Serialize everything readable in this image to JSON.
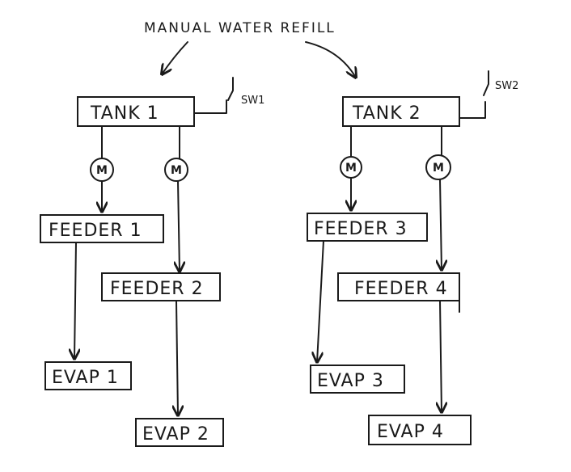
{
  "title": "MANUAL WATER REFILL",
  "tanks": [
    {
      "label": "TANK 1",
      "switch": "SW1"
    },
    {
      "label": "TANK 2",
      "switch": "SW2"
    }
  ],
  "motor_label": "M",
  "feeders": [
    "FEEDER 1",
    "FEEDER 2",
    "FEEDER 3",
    "FEEDER 4"
  ],
  "evaps": [
    "EVAP 1",
    "EVAP 2",
    "EVAP 3",
    "EVAP 4"
  ],
  "colors": {
    "ink": "#1a1a1a",
    "paper": "#ffffff"
  }
}
